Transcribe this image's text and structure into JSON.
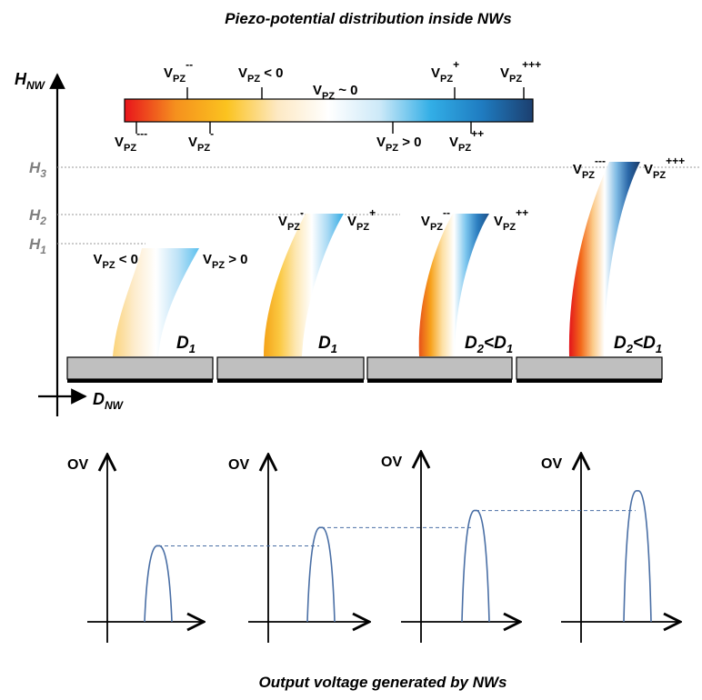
{
  "top_title": "Piezo-potential distribution inside NWs",
  "bottom_title": "Output voltage generated by NWs",
  "axes": {
    "y_main": "H",
    "y_sub": "NW",
    "x_main": "D",
    "x_sub": "NW"
  },
  "heights": [
    {
      "main": "H",
      "sub": "3"
    },
    {
      "main": "H",
      "sub": "2"
    },
    {
      "main": "H",
      "sub": "1"
    }
  ],
  "colorbar": {
    "colors": [
      "#e8141c",
      "#f5901e",
      "#fbc31f",
      "#fde9c4",
      "#ffffff",
      "#cde9f8",
      "#32aee6",
      "#1f7cc1",
      "#1c3f6f"
    ],
    "v": "V",
    "pz": "PZ",
    "top_labels": [
      {
        "sup": "--",
        "rest": ""
      },
      {
        "sup": "",
        "rest": " < 0"
      },
      {
        "sup": "",
        "rest": " ~ 0"
      },
      {
        "sup": "+",
        "rest": ""
      },
      {
        "sup": "+++",
        "rest": ""
      }
    ],
    "bottom_labels": [
      {
        "sup": "---",
        "rest": ""
      },
      {
        "sup": "-",
        "rest": ""
      },
      {
        "sup": "",
        "rest": " > 0"
      },
      {
        "sup": "++",
        "rest": ""
      }
    ]
  },
  "nanowires": [
    {
      "left": {
        "sup": "",
        "rest": " < 0"
      },
      "right": {
        "sup": "",
        "rest": " > 0"
      },
      "d_label": [
        {
          "main": "D",
          "sub": "1"
        }
      ],
      "colors": [
        "#fbd37a",
        "#fdeccd",
        "#ffffff",
        "#bfe3f7",
        "#5cc0ee"
      ]
    },
    {
      "left": {
        "sup": "-",
        "rest": ""
      },
      "right": {
        "sup": "+",
        "rest": ""
      },
      "d_label": [
        {
          "main": "D",
          "sub": "1"
        }
      ],
      "colors": [
        "#f4a217",
        "#fbc942",
        "#fde7b2",
        "#ffffff",
        "#a8d9f4",
        "#2fa9e3"
      ]
    },
    {
      "left": {
        "sup": "--",
        "rest": ""
      },
      "right": {
        "sup": "++",
        "rest": ""
      },
      "d_label": [
        {
          "main": "D",
          "sub": "2"
        },
        {
          "op": "<"
        },
        {
          "main": "D",
          "sub": "1"
        }
      ],
      "colors": [
        "#e7521a",
        "#f7a21c",
        "#fde0a4",
        "#ffffff",
        "#7cc6ee",
        "#2b7ec0",
        "#1d4f87"
      ]
    },
    {
      "left": {
        "sup": "---",
        "rest": ""
      },
      "right": {
        "sup": "+++",
        "rest": ""
      },
      "d_label": [
        {
          "main": "D",
          "sub": "2"
        },
        {
          "op": "<"
        },
        {
          "main": "D",
          "sub": "1"
        }
      ],
      "colors": [
        "#e3131b",
        "#f36a1b",
        "#fbc987",
        "#ffffff",
        "#7fbbe4",
        "#2a67a8",
        "#1b3a66"
      ]
    }
  ],
  "output_voltage": {
    "axis_label": "OV",
    "peaks": [
      0.58,
      0.72,
      0.85,
      1.0
    ]
  }
}
